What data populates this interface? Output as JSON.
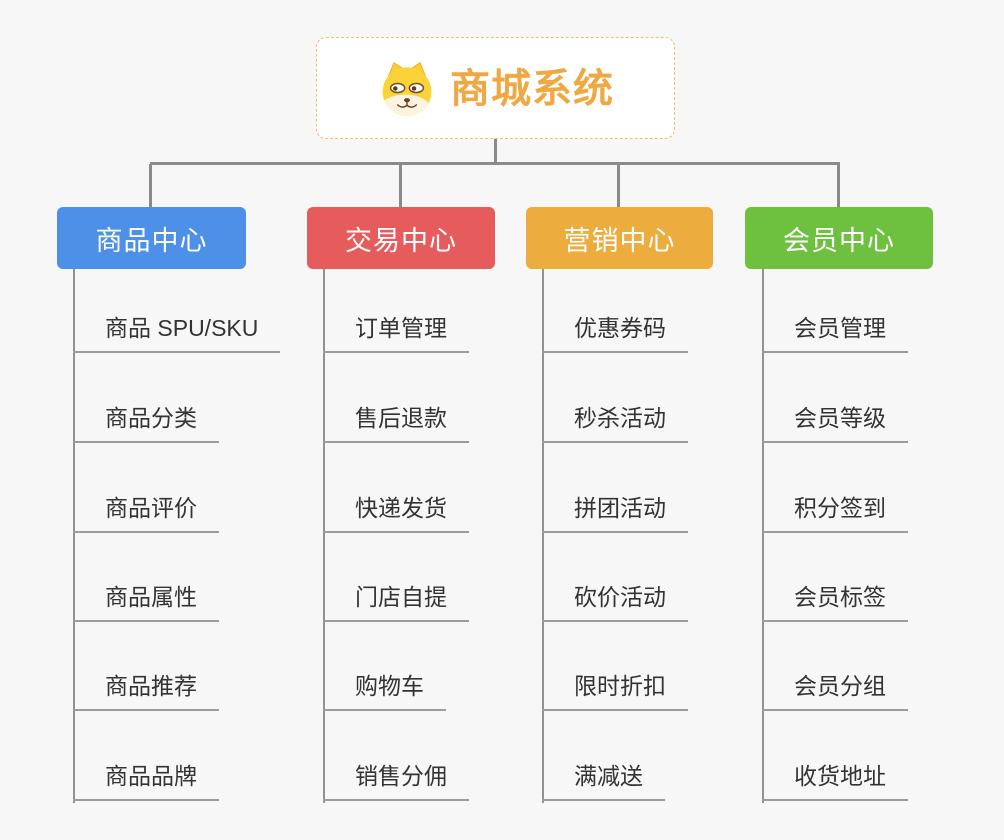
{
  "root": {
    "title": "商城系统",
    "icon": "shiba-dog-icon"
  },
  "branches": [
    {
      "label": "商品中心",
      "color": "#4C90E8",
      "children": [
        "商品 SPU/SKU",
        "商品分类",
        "商品评价",
        "商品属性",
        "商品推荐",
        "商品品牌"
      ]
    },
    {
      "label": "交易中心",
      "color": "#E65C5C",
      "children": [
        "订单管理",
        "售后退款",
        "快递发货",
        "门店自提",
        "购物车",
        "销售分佣"
      ]
    },
    {
      "label": "营销中心",
      "color": "#ECAC3E",
      "children": [
        "优惠券码",
        "秒杀活动",
        "拼团活动",
        "砍价活动",
        "限时折扣",
        "满减送"
      ]
    },
    {
      "label": "会员中心",
      "color": "#6EC13F",
      "children": [
        "会员管理",
        "会员等级",
        "积分签到",
        "会员标签",
        "会员分组",
        "收货地址"
      ]
    }
  ],
  "colors": {
    "background": "#F7F7F7",
    "connector": "#8A8A8A",
    "underline": "#9C9C9C",
    "root_title": "#F0A843",
    "root_border": "#F3BC6B",
    "child_text": "#333333"
  }
}
